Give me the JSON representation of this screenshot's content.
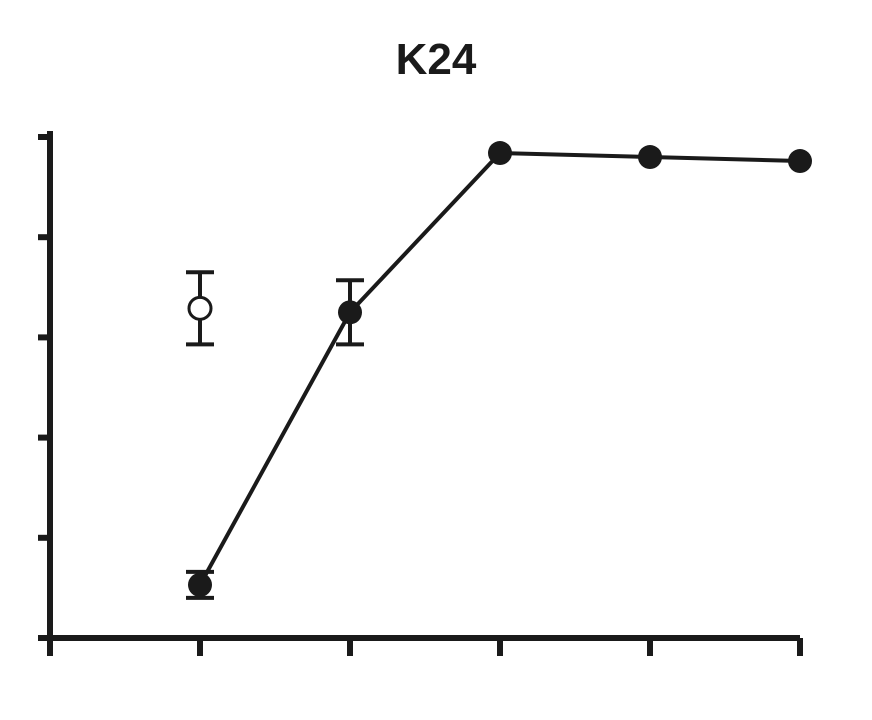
{
  "chart_data": {
    "type": "line",
    "title": "K24",
    "xlabel": "",
    "ylabel": "",
    "x_ticks": 6,
    "y_ticks": 6,
    "xlim": [
      0,
      5
    ],
    "ylim": [
      0,
      5
    ],
    "grid": false,
    "series": [
      {
        "marker": "filled-circle",
        "connected": true,
        "points": [
          {
            "x": 1,
            "y": 0.53,
            "err": 0.13
          },
          {
            "x": 2,
            "y": 3.25,
            "err": 0.32
          },
          {
            "x": 3,
            "y": 4.84
          },
          {
            "x": 4,
            "y": 4.8
          },
          {
            "x": 5,
            "y": 4.76
          }
        ]
      },
      {
        "marker": "open-circle",
        "connected": false,
        "points": [
          {
            "x": 1,
            "y": 3.29,
            "err": 0.36
          }
        ]
      }
    ],
    "colors": {
      "ink": "#1a1a1a",
      "background": "#ffffff"
    }
  }
}
